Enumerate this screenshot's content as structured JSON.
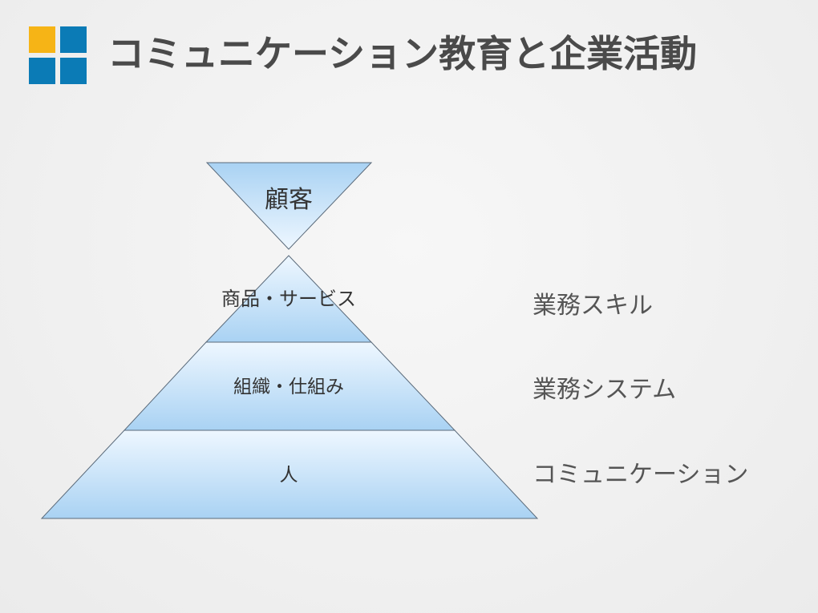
{
  "header": {
    "title": "コミュニケーション教育と企業活動",
    "logo_colors": [
      "#f6b416",
      "#0b7bb6",
      "#0b7bb6",
      "#0b7bb6"
    ]
  },
  "diagram": {
    "top_shape": {
      "label": "顧客"
    },
    "pyramid_levels": [
      {
        "label": "商品・サービス"
      },
      {
        "label": "組織・仕組み"
      },
      {
        "label": "人"
      }
    ],
    "side_labels": [
      "業務スキル",
      "業務システム",
      "コミュニケーション"
    ],
    "colors": {
      "fill_light": "#eef7ff",
      "fill_dark": "#a9d2f3",
      "outline": "#5a6a7a"
    }
  }
}
